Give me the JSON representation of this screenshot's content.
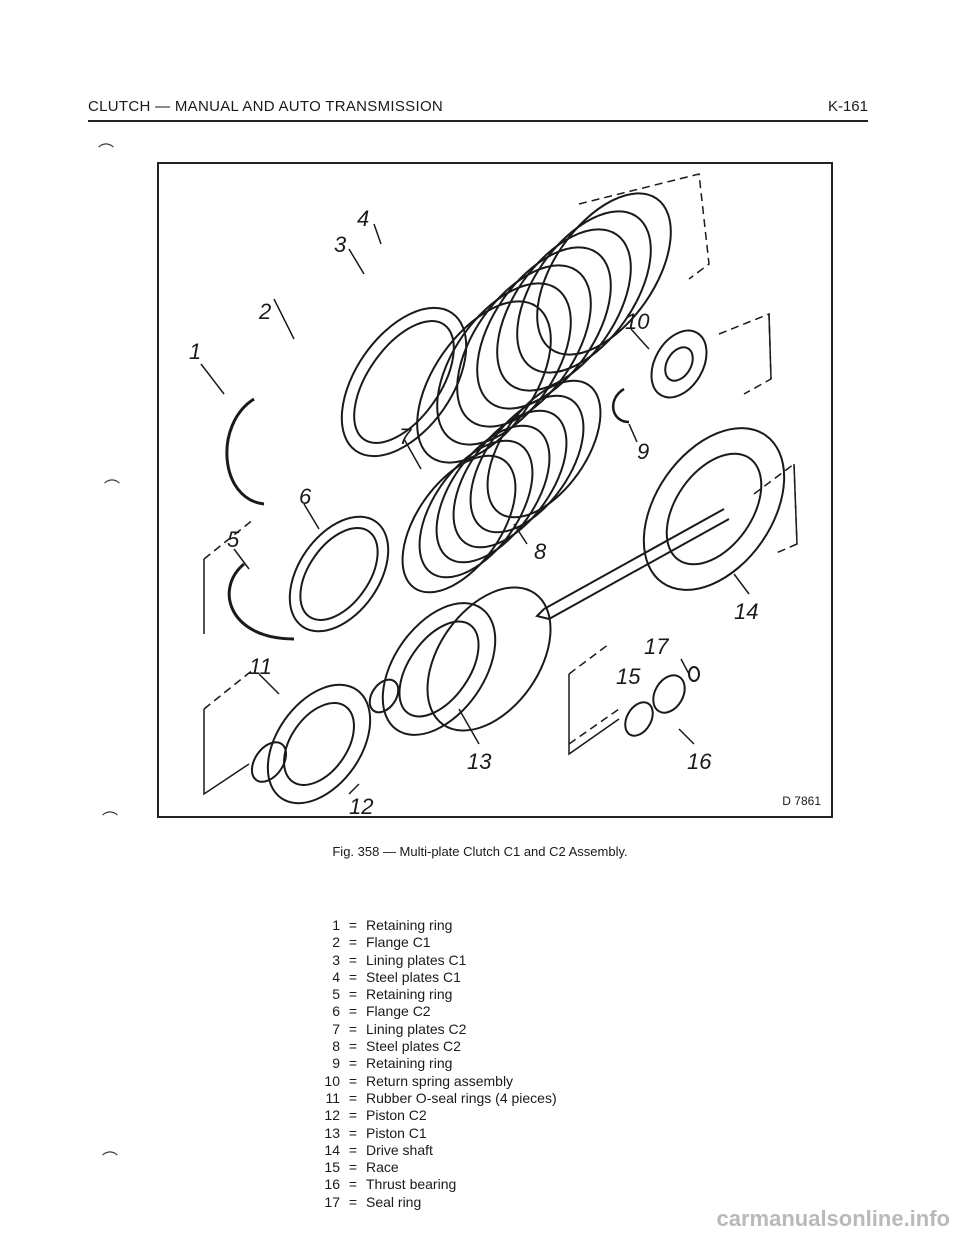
{
  "header": {
    "title": "CLUTCH — MANUAL AND AUTO TRANSMISSION",
    "page": "K-161"
  },
  "figure": {
    "code": "D 7861",
    "callouts": [
      "1",
      "2",
      "3",
      "4",
      "5",
      "6",
      "7",
      "8",
      "9",
      "10",
      "11",
      "12",
      "13",
      "14",
      "15",
      "16",
      "17"
    ]
  },
  "caption": "Fig. 358 — Multi-plate Clutch C1 and C2 Assembly.",
  "legend": [
    {
      "num": "1",
      "eq": "=",
      "text": "Retaining ring"
    },
    {
      "num": "2",
      "eq": "=",
      "text": "Flange C1"
    },
    {
      "num": "3",
      "eq": "=",
      "text": "Lining plates C1"
    },
    {
      "num": "4",
      "eq": "=",
      "text": "Steel plates C1"
    },
    {
      "num": "5",
      "eq": "=",
      "text": "Retaining ring"
    },
    {
      "num": "6",
      "eq": "=",
      "text": "Flange C2"
    },
    {
      "num": "7",
      "eq": "=",
      "text": "Lining plates C2"
    },
    {
      "num": "8",
      "eq": "=",
      "text": "Steel plates C2"
    },
    {
      "num": "9",
      "eq": "=",
      "text": "Retaining ring"
    },
    {
      "num": "10",
      "eq": "=",
      "text": "Return spring assembly"
    },
    {
      "num": "11",
      "eq": "=",
      "text": "Rubber O-seal rings (4 pieces)"
    },
    {
      "num": "12",
      "eq": "=",
      "text": "Piston C2"
    },
    {
      "num": "13",
      "eq": "=",
      "text": "Piston C1"
    },
    {
      "num": "14",
      "eq": "=",
      "text": "Drive shaft"
    },
    {
      "num": "15",
      "eq": "=",
      "text": "Race"
    },
    {
      "num": "16",
      "eq": "=",
      "text": "Thrust bearing"
    },
    {
      "num": "17",
      "eq": "=",
      "text": "Seal ring"
    }
  ],
  "footer": {
    "brand": "carmanualsonline.info"
  }
}
